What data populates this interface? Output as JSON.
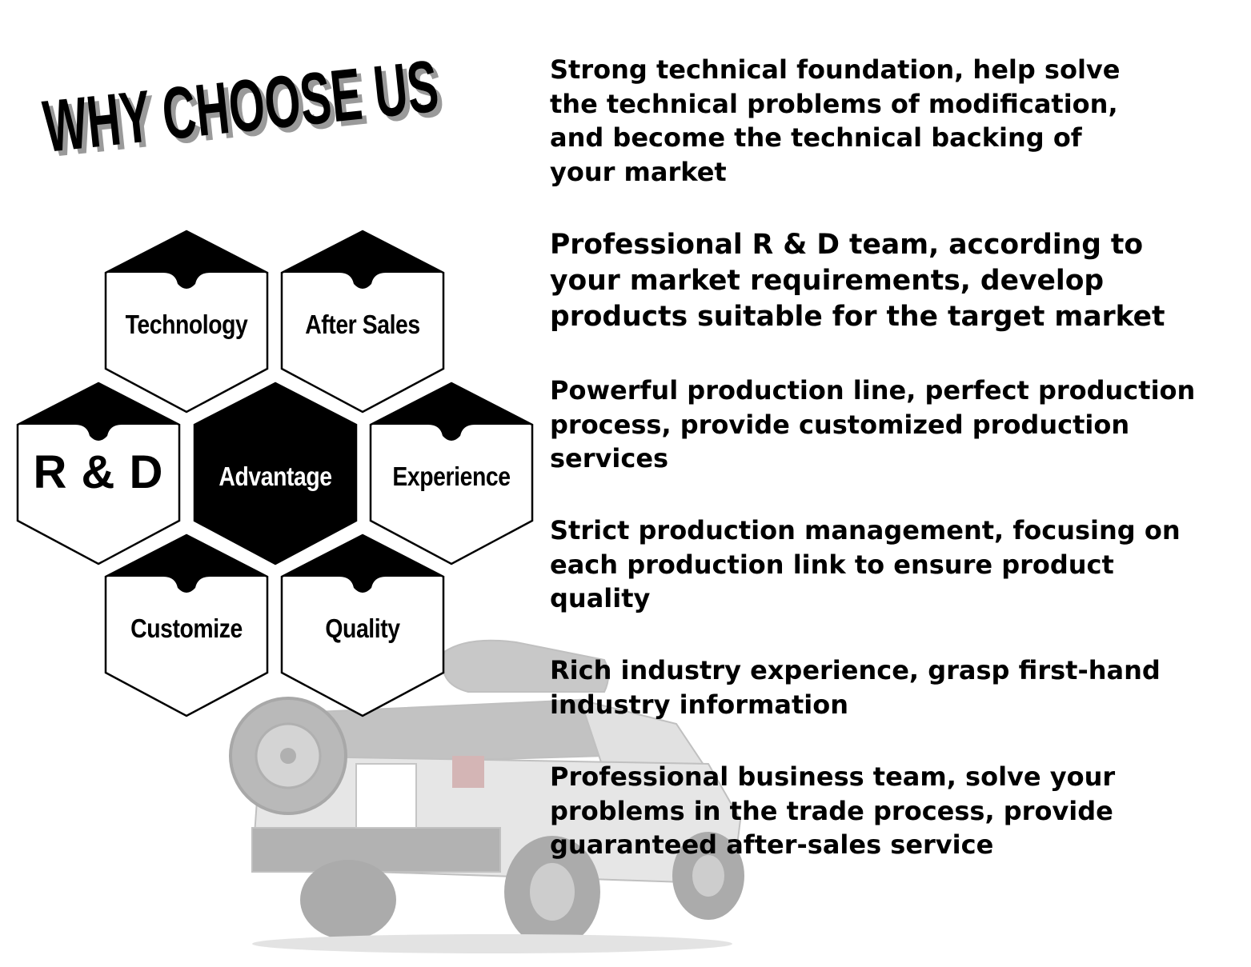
{
  "headline": {
    "text": "WHY CHOOSE US"
  },
  "hexagons": [
    {
      "key": "technology",
      "label": "Technology",
      "style": "outline"
    },
    {
      "key": "after-sales",
      "label": "After Sales",
      "style": "outline"
    },
    {
      "key": "rnd",
      "label": "R & D",
      "style": "outline"
    },
    {
      "key": "advantage",
      "label": "Advantage",
      "style": "filled"
    },
    {
      "key": "experience",
      "label": "Experience",
      "style": "outline"
    },
    {
      "key": "customize",
      "label": "Customize",
      "style": "outline"
    },
    {
      "key": "quality",
      "label": "Quality",
      "style": "outline"
    }
  ],
  "features": [
    "Strong technical foundation, help solve\nthe technical problems of modification,\nand become the technical backing of\nyour market",
    "Professional R & D team, according to\nyour market requirements, develop\nproducts suitable for the target market",
    "Powerful production line, perfect production\nprocess, provide customized production\nservices",
    "Strict production management, focusing on\neach production link to ensure product\nquality",
    "Rich industry experience, grasp first-hand\nindustry information",
    "Professional business team, solve your\nproblems in the trade process, provide\nguaranteed after-sales service"
  ],
  "colors": {
    "ink": "#000000",
    "paper": "#ffffff",
    "truck": "#8a8a8a"
  },
  "illustration": {
    "subject": "pickup-truck-rear-view"
  }
}
